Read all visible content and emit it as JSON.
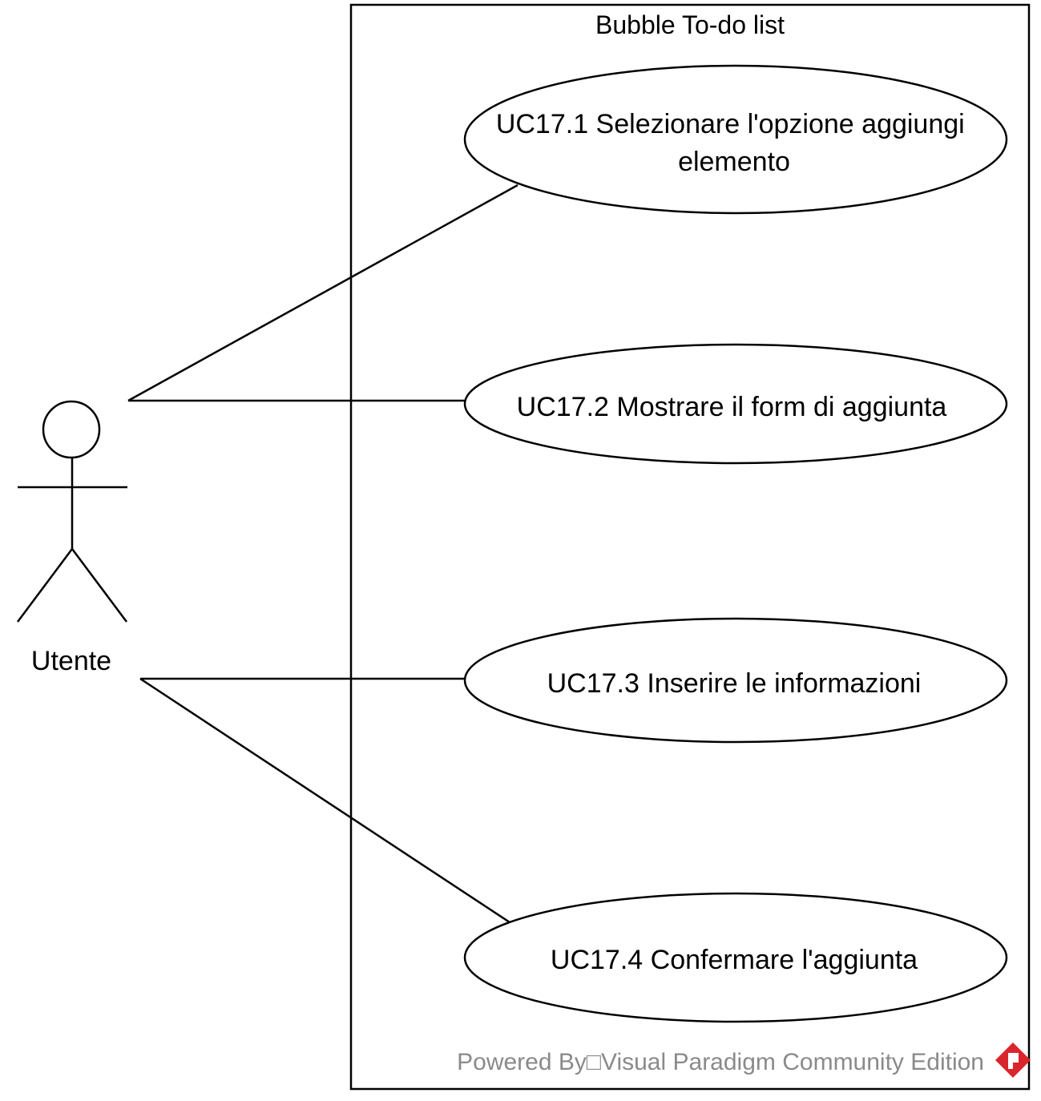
{
  "system": {
    "title": "Bubble To-do list"
  },
  "actor": {
    "name": "Utente"
  },
  "use_cases": [
    {
      "lines": [
        "UC17.1 Selezionare l'opzione aggiungi",
        "elemento"
      ]
    },
    {
      "lines": [
        "UC17.2 Mostrare il form di aggiunta"
      ]
    },
    {
      "lines": [
        "UC17.3 Inserire le informazioni"
      ]
    },
    {
      "lines": [
        "UC17.4 Confermare l'aggiunta"
      ]
    }
  ],
  "watermark": {
    "text": "Powered By□Visual Paradigm Community Edition",
    "logo_color": "#d9262c"
  }
}
